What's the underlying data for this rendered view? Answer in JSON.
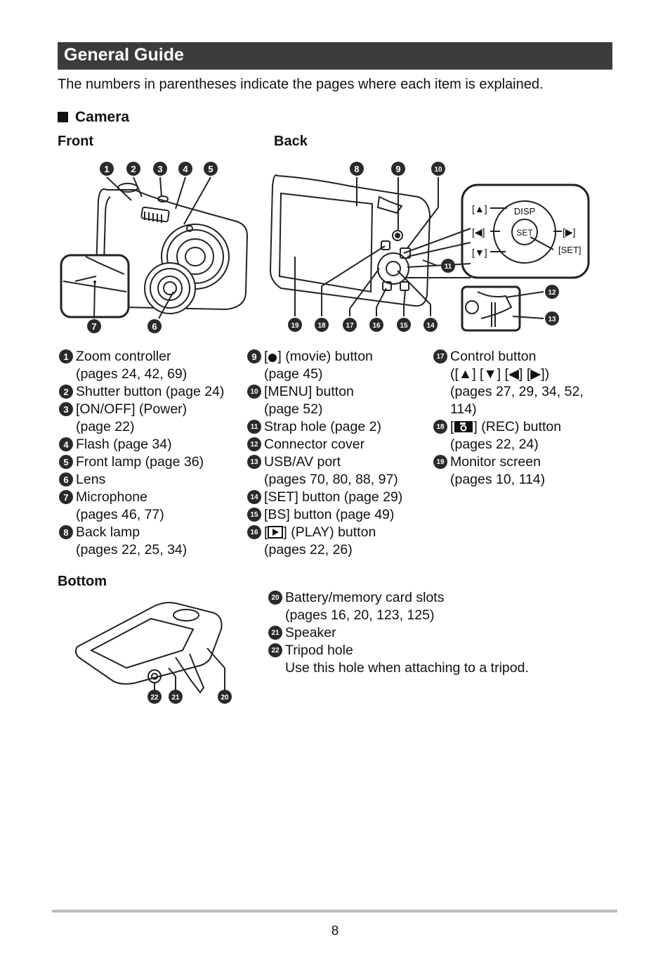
{
  "title": "General Guide",
  "intro": "The numbers in parentheses indicate the pages where each item is explained.",
  "section": "Camera",
  "views": {
    "front": "Front",
    "back": "Back",
    "bottom": "Bottom"
  },
  "markers": [
    "1",
    "2",
    "3",
    "4",
    "5",
    "6",
    "7",
    "8",
    "9",
    "10",
    "11",
    "12",
    "13",
    "14",
    "15",
    "16",
    "17",
    "18",
    "19",
    "20",
    "21",
    "22"
  ],
  "control_diagram": {
    "up": "[▲]",
    "left": "[◀]",
    "down": "[▼]",
    "right": "[▶]",
    "disp": "DISP",
    "set_center": "SET",
    "set": "[SET]"
  },
  "items": [
    {
      "num": "1",
      "line1": "Zoom controller",
      "line2": "(pages 24, 42, 69)"
    },
    {
      "num": "2",
      "line1": "Shutter button (page 24)"
    },
    {
      "num": "3",
      "line1": "[ON/OFF] (Power)",
      "line2": "(page 22)"
    },
    {
      "num": "4",
      "line1": "Flash (page 34)"
    },
    {
      "num": "5",
      "line1": "Front lamp (page 36)"
    },
    {
      "num": "6",
      "line1": "Lens"
    },
    {
      "num": "7",
      "line1": "Microphone",
      "line2": "(pages 46, 77)"
    },
    {
      "num": "8",
      "line1": "Back lamp",
      "line2": "(pages 22, 25, 34)"
    },
    {
      "num": "9",
      "pre": "[",
      "icon": "movie-dot",
      "post": "] (movie) button",
      "line2": "(page 45)"
    },
    {
      "num": "10",
      "line1": "[MENU] button",
      "line2": "(page 52)"
    },
    {
      "num": "11",
      "line1": "Strap hole (page 2)"
    },
    {
      "num": "12",
      "line1": "Connector cover"
    },
    {
      "num": "13",
      "line1": "USB/AV port",
      "line2": "(pages 70, 80, 88, 97)"
    },
    {
      "num": "14",
      "line1": "[SET] button (page 29)"
    },
    {
      "num": "15",
      "line1": "[BS] button (page 49)"
    },
    {
      "num": "16",
      "pre": "[",
      "icon": "play",
      "post": "] (PLAY) button",
      "line2": "(pages 22, 26)"
    },
    {
      "num": "17",
      "line1": "Control button",
      "line2": "([▲] [▼] [◀] [▶])",
      "line3": "(pages 27, 29, 34, 52,",
      "line4": "114)"
    },
    {
      "num": "18",
      "pre": "[",
      "icon": "camera",
      "post": "] (REC) button",
      "line2": "(pages 22, 24)"
    },
    {
      "num": "19",
      "line1": "Monitor screen",
      "line2": "(pages 10, 114)"
    },
    {
      "num": "20",
      "line1": "Battery/memory card slots",
      "line2": "(pages 16, 20, 123, 125)"
    },
    {
      "num": "21",
      "line1": "Speaker"
    },
    {
      "num": "22",
      "line1": "Tripod hole",
      "line2": "Use this hole when attaching to a tripod."
    }
  ],
  "page_number": "8"
}
